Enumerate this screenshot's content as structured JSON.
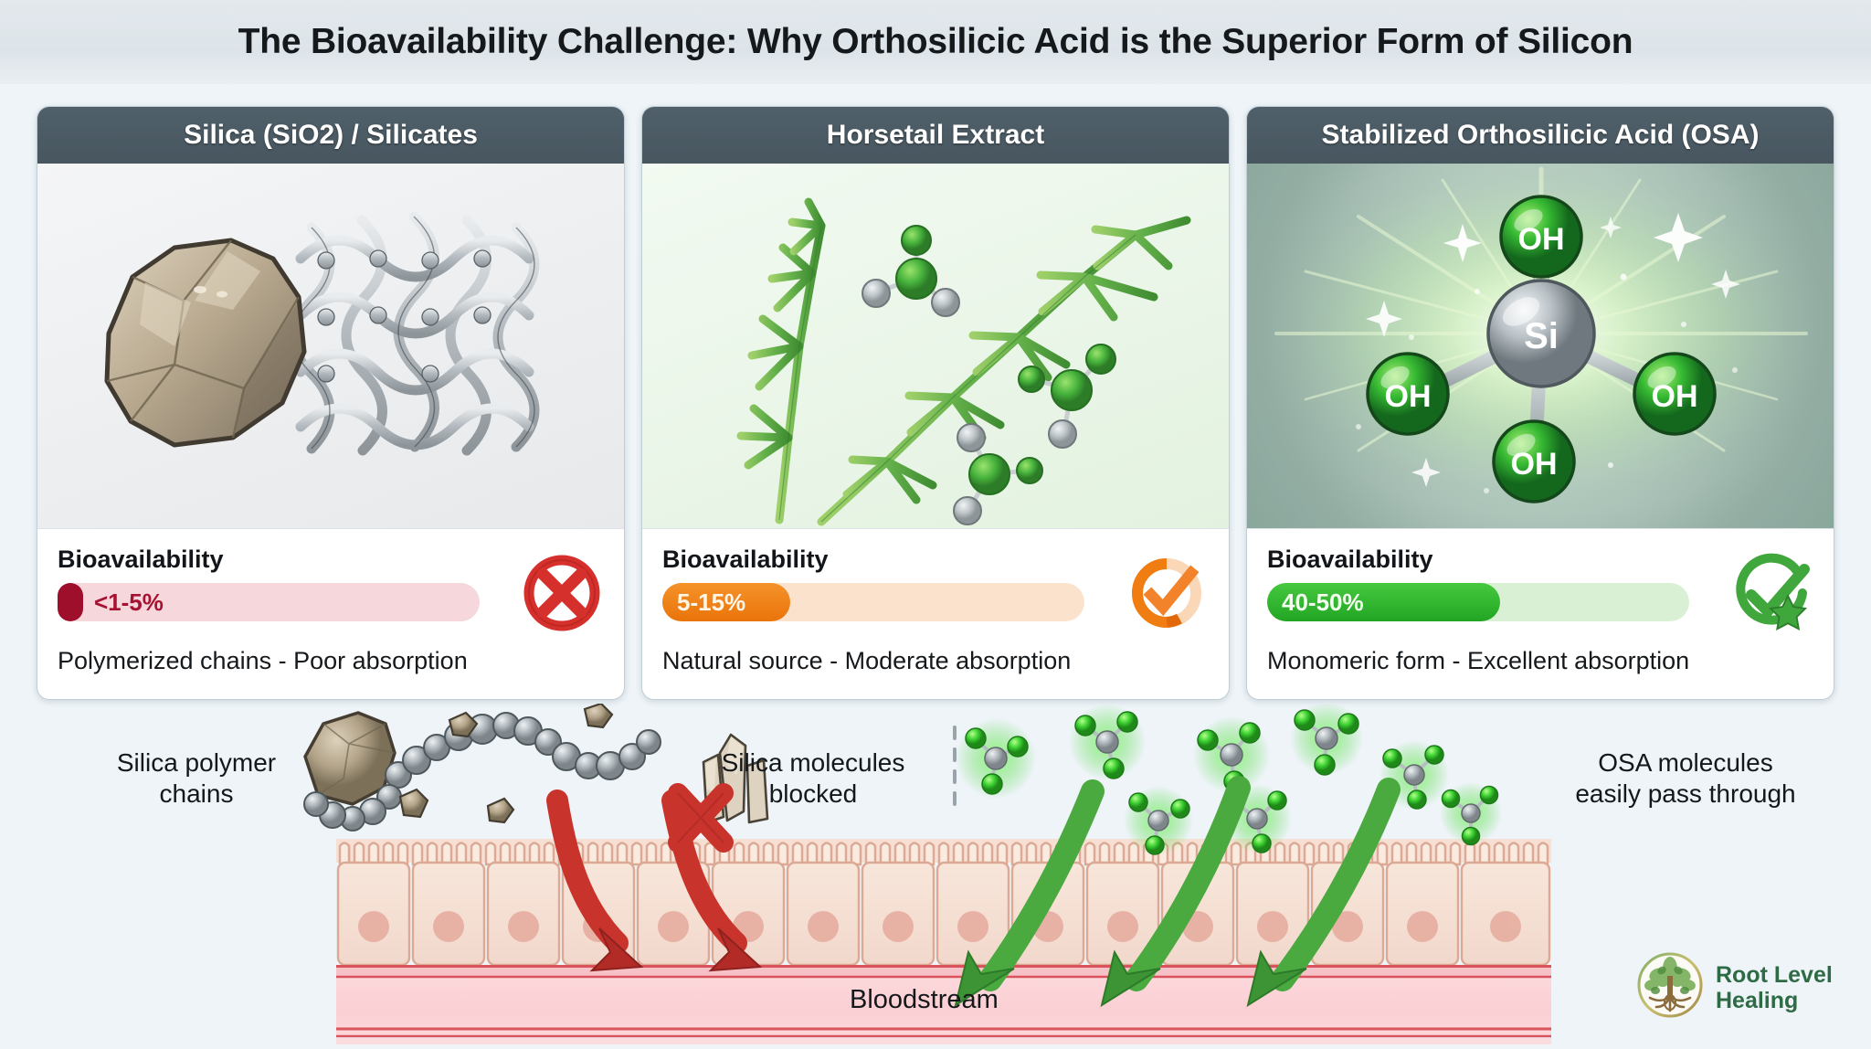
{
  "header": {
    "title": "The Bioavailability Challenge: Why Orthosilicic Acid is the Superior Form of Silicon"
  },
  "cards": [
    {
      "id": "silica",
      "title": "Silica (SiO2) / Silicates",
      "art_name": "silica-rock-polymer-chain-illustration",
      "bio_label": "Bioavailability",
      "bar_value": "<1-5%",
      "bar_percent": 4,
      "bar_fill_color": "#9e0f2c",
      "bar_track_color": "#f5d7dc",
      "bar_text_color": "#a81232",
      "note": "Polymerized chains - Poor absorption",
      "status_icon": "x-circle-icon",
      "status_color": "#d6302c"
    },
    {
      "id": "horsetail",
      "title": "Horsetail Extract",
      "art_name": "horsetail-plant-molecule-illustration",
      "bio_label": "Bioavailability",
      "bar_value": "5-15%",
      "bar_percent": 25,
      "bar_fill_color": "#ef7f15",
      "bar_track_color": "#fbe2cd",
      "bar_text_color": "#fff6e8",
      "note": "Natural source - Moderate absorption",
      "status_icon": "partial-check-circle-icon",
      "status_color": "#f07d12"
    },
    {
      "id": "osa",
      "title": "Stabilized Orthosilicic Acid (OSA)",
      "art_name": "orthosilicic-acid-molecule-illustration",
      "bio_label": "Bioavailability",
      "bar_value": "40-50%",
      "bar_percent": 45,
      "bar_fill_color": "#2eb82e",
      "bar_track_color": "#d9f0d4",
      "bar_text_color": "#f4fff0",
      "note": "Monomeric form - Excellent absorption",
      "status_icon": "check-circle-star-icon",
      "status_color": "#2faa33"
    }
  ],
  "molecule": {
    "center_label": "Si",
    "group_labels": [
      "OH",
      "OH",
      "OH",
      "OH"
    ]
  },
  "diagram": {
    "left_label": "Silica polymer\nchains",
    "left_label_line1": "Silica polymer",
    "left_label_line2": "chains",
    "blocked_label_line1": "Silica molecules",
    "blocked_label_line2": "blocked",
    "pass_label_line1": "OSA molecules",
    "pass_label_line2": "easily pass through",
    "bloodstream_label": "Bloodstream",
    "blocked_marker": "x-mark-icon",
    "divider": "dashed-vertical-divider"
  },
  "logo": {
    "line1": "Root Level",
    "line2": "Healing",
    "emblem": "tree-of-life-icon"
  },
  "colors": {
    "page_bg": "#eef4f8",
    "card_header": "#4b5a63",
    "red_arrow": "#c0302b",
    "green_arrow": "#3a9a34",
    "epithelium": "#f6e0d4",
    "bloodstream": "#fbd3d6"
  }
}
